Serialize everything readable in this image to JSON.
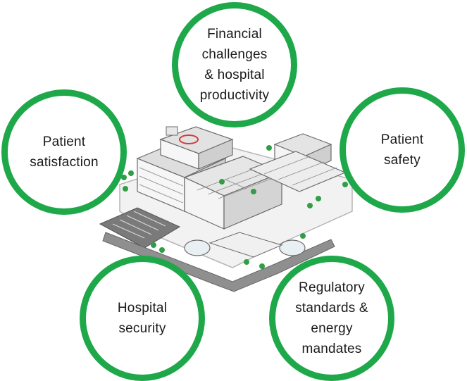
{
  "colors": {
    "ring": "#1ea84a",
    "building_line": "#6b6b6b",
    "roof": "#d8d8d8",
    "road": "#8a8a8a",
    "tree": "#2f9e44"
  },
  "icons": [
    "hospital-building-illustration",
    "helipad-icon"
  ],
  "circles": {
    "financial": "Financial\nchallenges\n& hospital\nproductivity",
    "satisfaction": "Patient\nsatisfaction",
    "safety": "Patient\nsafety",
    "security": "Hospital\nsecurity",
    "regulatory": "Regulatory\nstandards &\nenergy\nmandates"
  }
}
